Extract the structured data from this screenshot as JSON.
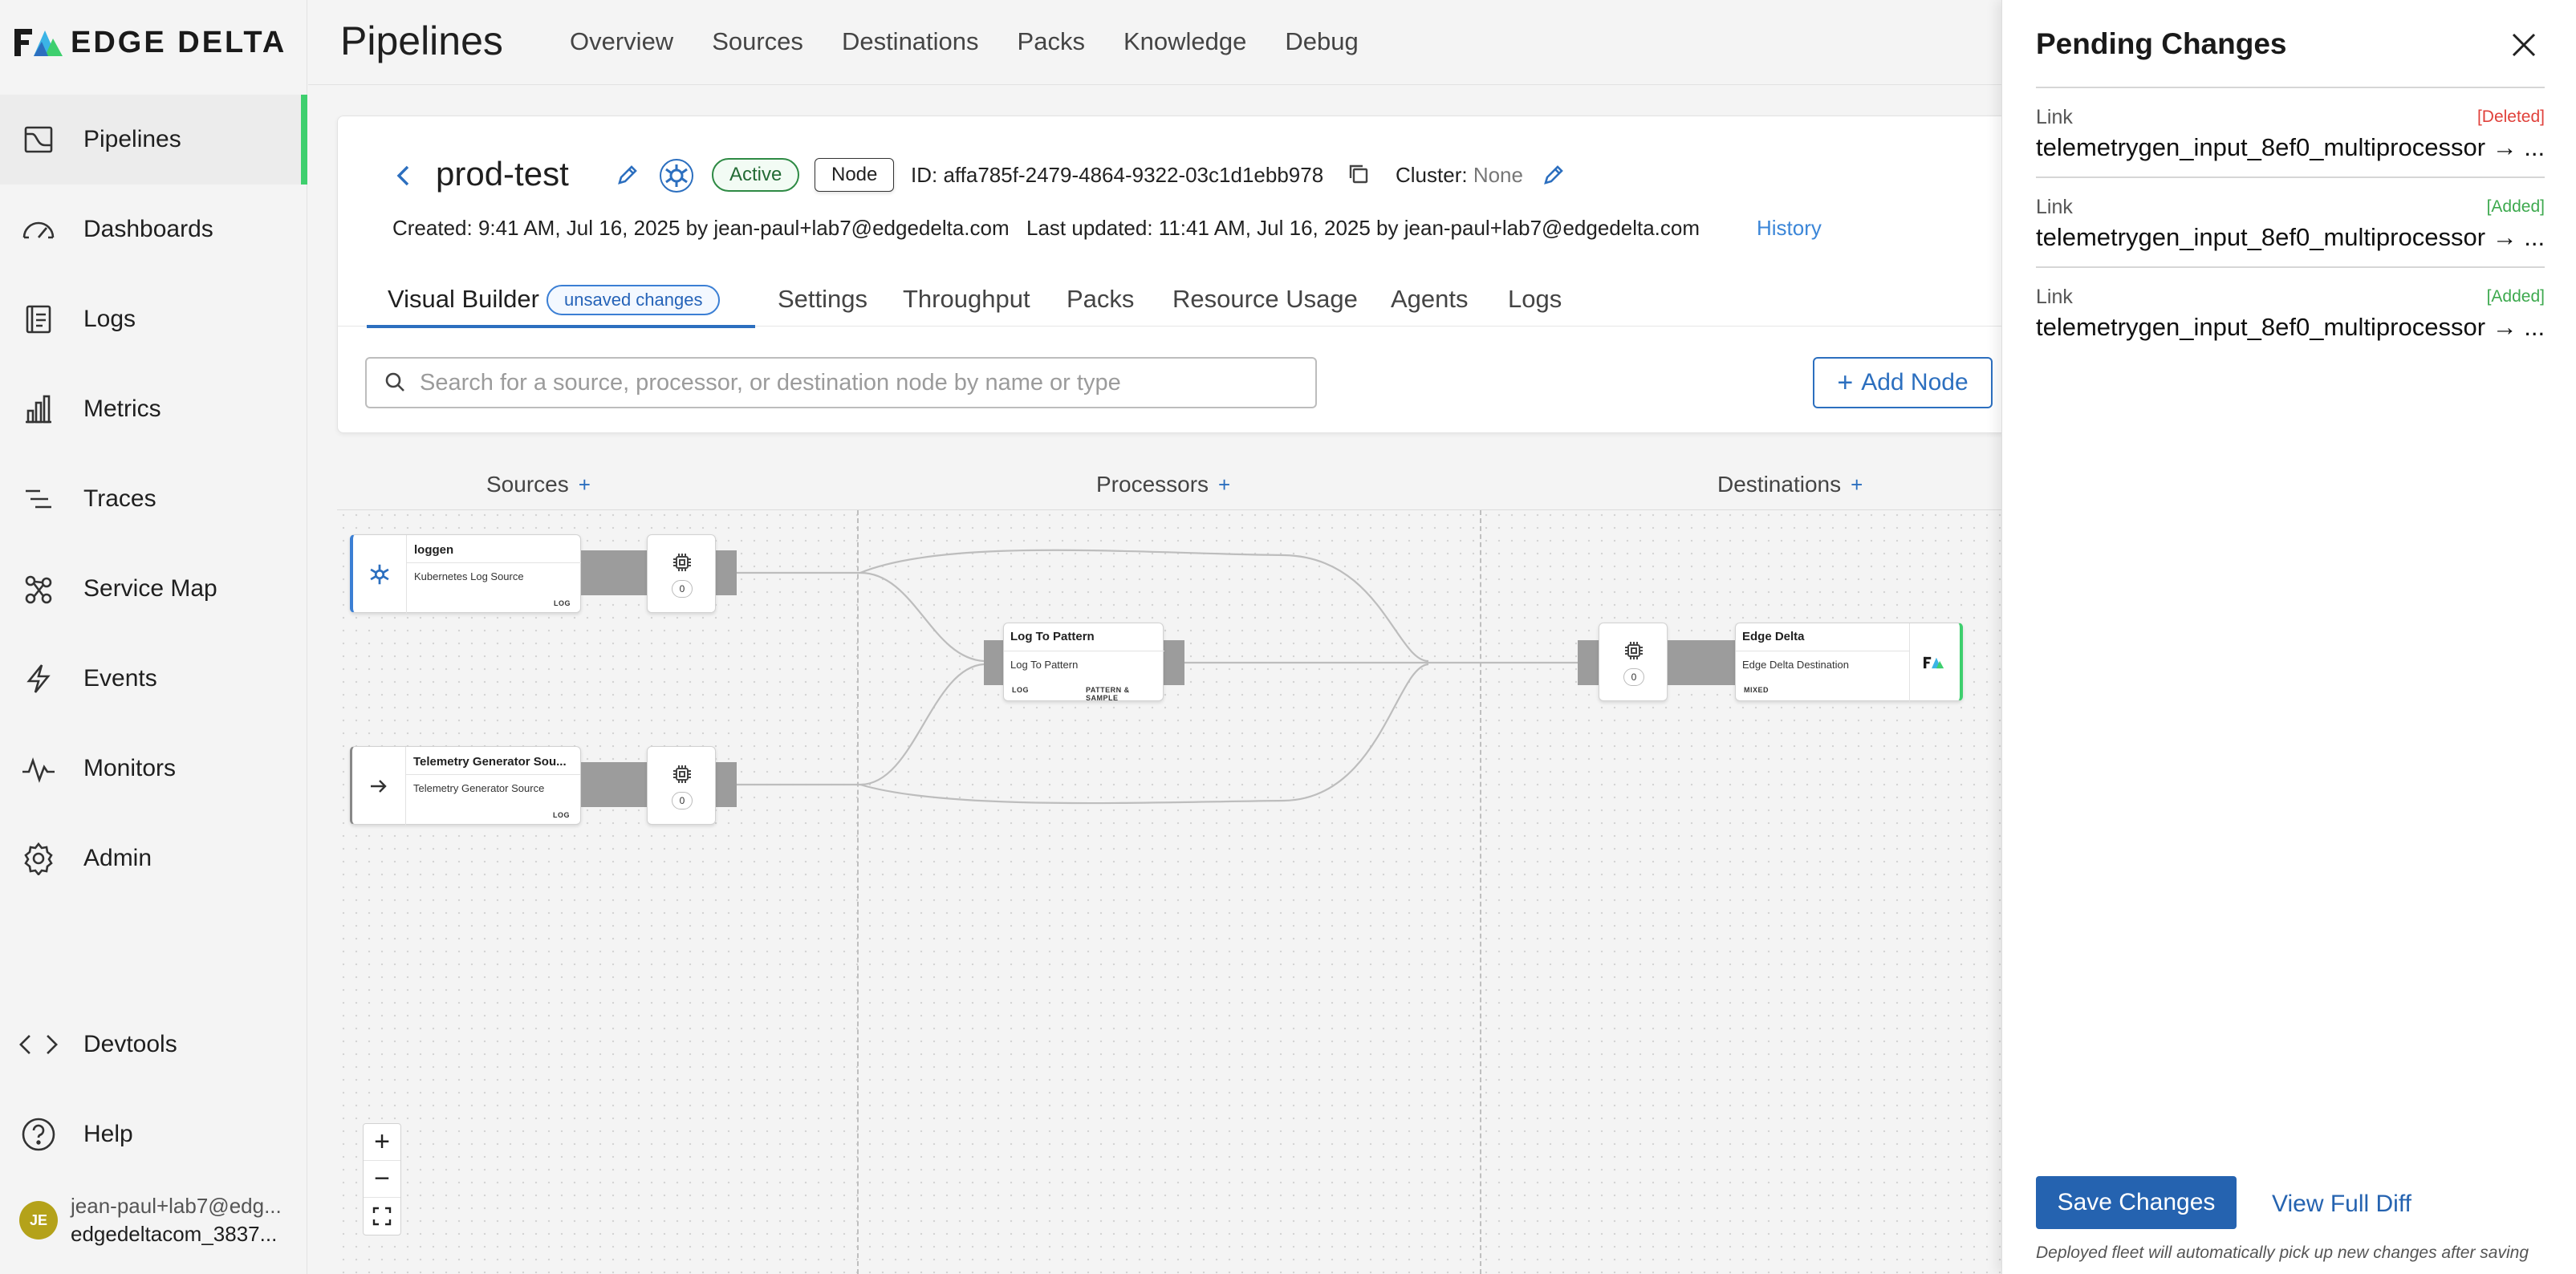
{
  "brand": {
    "name": "EDGE DELTA"
  },
  "sidebar": {
    "items": [
      {
        "label": "Pipelines",
        "icon": "pipelines-icon",
        "active": true
      },
      {
        "label": "Dashboards",
        "icon": "dashboard-gauge-icon"
      },
      {
        "label": "Logs",
        "icon": "logs-icon"
      },
      {
        "label": "Metrics",
        "icon": "metrics-bar-icon"
      },
      {
        "label": "Traces",
        "icon": "traces-icon"
      },
      {
        "label": "Service Map",
        "icon": "service-map-icon"
      },
      {
        "label": "Events",
        "icon": "events-bolt-icon"
      },
      {
        "label": "Monitors",
        "icon": "monitors-pulse-icon"
      },
      {
        "label": "Admin",
        "icon": "gear-icon"
      },
      {
        "label": "Devtools",
        "icon": "code-icon"
      },
      {
        "label": "Help",
        "icon": "help-icon"
      }
    ],
    "user": {
      "initials": "JE",
      "email": "jean-paul+lab7@edg...",
      "org": "edgedeltacom_3837..."
    }
  },
  "header": {
    "title": "Pipelines",
    "tabs": [
      "Overview",
      "Sources",
      "Destinations",
      "Packs",
      "Knowledge",
      "Debug"
    ]
  },
  "pipeline": {
    "name": "prod-test",
    "status": "Active",
    "type": "Node",
    "id_text": "ID: affa785f-2479-4864-9322-03c1d1ebb978",
    "cluster_label": "Cluster:",
    "cluster_value": "None",
    "created": "Created: 9:41 AM, Jul 16, 2025 by jean-paul+lab7@edgedelta.com",
    "updated": "Last updated: 11:41 AM, Jul 16, 2025 by jean-paul+lab7@edgedelta.com",
    "history_label": "History",
    "tabs": [
      "Visual Builder",
      "Settings",
      "Throughput",
      "Packs",
      "Resource Usage",
      "Agents",
      "Logs"
    ],
    "unsaved_badge": "unsaved changes",
    "search_placeholder": "Search for a source, processor, or destination node by name or type",
    "add_node_label": "Add Node"
  },
  "canvas": {
    "columns": {
      "sources": "Sources",
      "processors": "Processors",
      "destinations": "Destinations",
      "plus": "+"
    },
    "nodes": {
      "loggen": {
        "title": "loggen",
        "subtitle": "Kubernetes Log Source",
        "tag": "LOG",
        "count": "0"
      },
      "telemetry": {
        "title": "Telemetry Generator Sou...",
        "subtitle": "Telemetry Generator Source",
        "tag": "LOG",
        "count": "0"
      },
      "pattern": {
        "title": "Log To Pattern",
        "subtitle": "Log To Pattern",
        "tag_left": "LOG",
        "tag_right": "PATTERN & SAMPLE"
      },
      "edgedelta": {
        "title": "Edge Delta",
        "subtitle": "Edge Delta Destination",
        "tag": "MIXED",
        "count": "0"
      }
    },
    "zoom": {
      "in": "+",
      "out": "−"
    }
  },
  "panel": {
    "title": "Pending Changes",
    "changes": [
      {
        "type": "Link",
        "status": "[Deleted]",
        "text": "telemetrygen_input_8ef0_multiprocessor → ..."
      },
      {
        "type": "Link",
        "status": "[Added]",
        "text": "telemetrygen_input_8ef0_multiprocessor → ..."
      },
      {
        "type": "Link",
        "status": "[Added]",
        "text": "telemetrygen_input_8ef0_multiprocessor → ..."
      }
    ],
    "save_label": "Save Changes",
    "diff_label": "View Full Diff",
    "note": "Deployed fleet will automatically pick up new changes after saving"
  },
  "colors": {
    "accent_blue": "#2563b0",
    "active_green": "#3ecf6e",
    "deleted_red": "#e0413b",
    "added_green": "#3da94e"
  }
}
